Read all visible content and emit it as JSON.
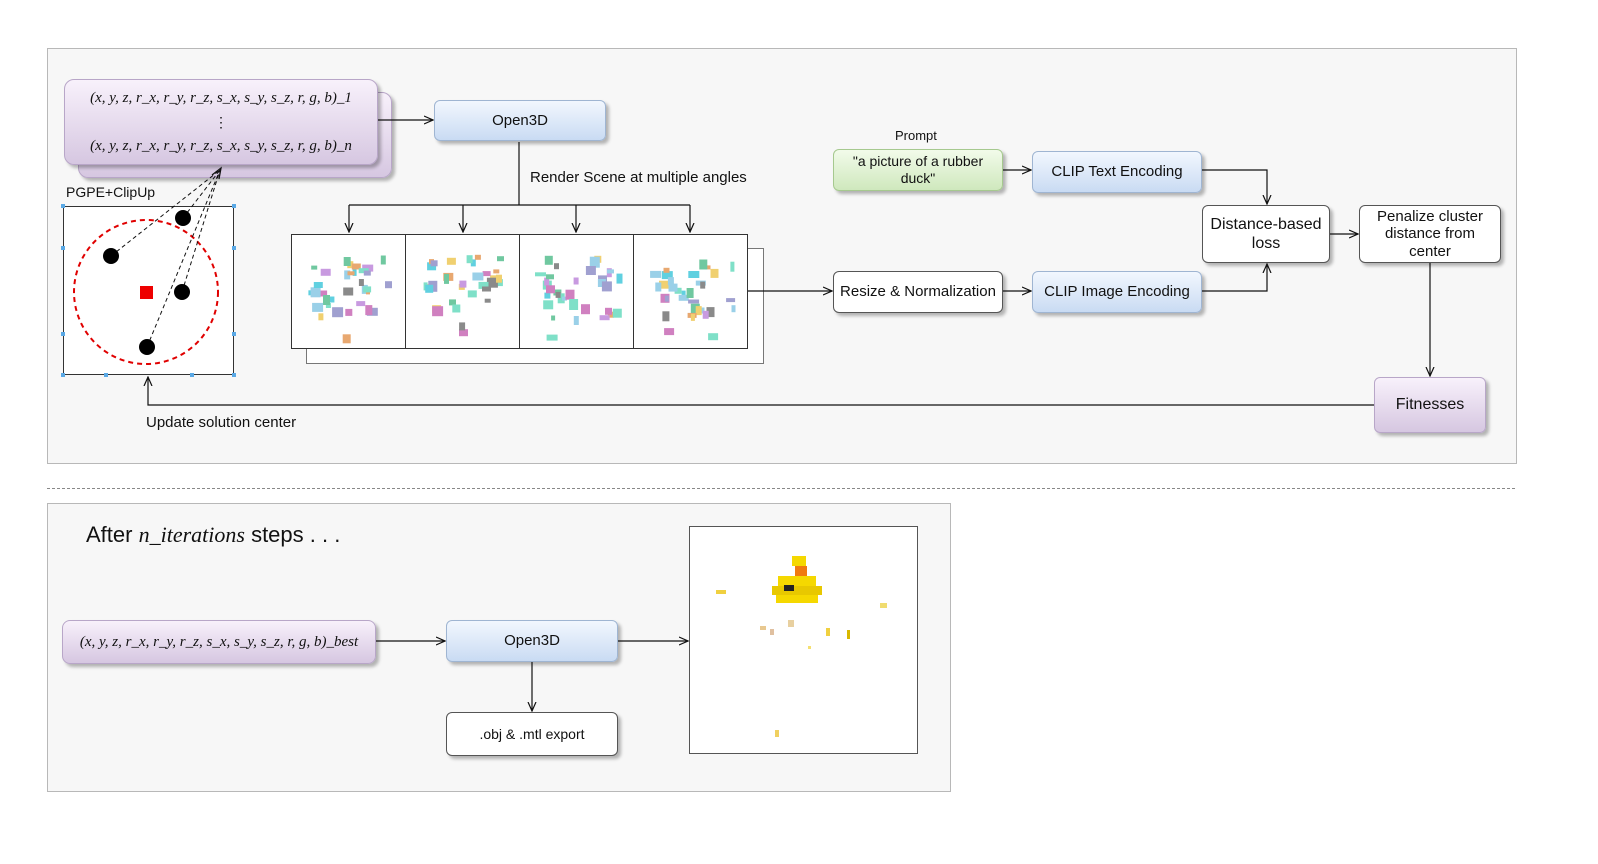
{
  "top": {
    "param_first": "(x, y, z, r_x, r_y, r_z, s_x, s_y, s_z, r, g, b)_1",
    "param_dots": "⋮",
    "param_last": "(x, y, z, r_x, r_y, r_z, s_x, s_y, s_z, r, g, b)_n",
    "optimizer_label": "PGPE+ClipUp",
    "open3d": "Open3D",
    "render_label": "Render Scene at multiple angles",
    "prompt_caption": "Prompt",
    "prompt_text": "\"a picture of a rubber duck\"",
    "clip_text": "CLIP Text Encoding",
    "resize": "Resize & Normalization",
    "clip_image": "CLIP Image Encoding",
    "distance_loss": "Distance-based loss",
    "penalize": "Penalize cluster distance from center",
    "fitnesses": "Fitnesses",
    "update_label": "Update solution center"
  },
  "bottom": {
    "after_prefix": "After",
    "after_math": "n_iterations",
    "after_suffix": "steps . . .",
    "param_best": "(x, y, z, r_x, r_y, r_z, s_x, s_y, s_z, r, g, b)_best",
    "open3d": "Open3D",
    "export": ".obj & .mtl export"
  },
  "colors": {
    "blue_box": "#c9dbf3",
    "green_box": "#cfe8bd",
    "purple_box": "#d6c7e1",
    "optimizer_circle": "#e00000",
    "center_marker": "#ee0000",
    "duck_yellow": "#f5d800"
  }
}
